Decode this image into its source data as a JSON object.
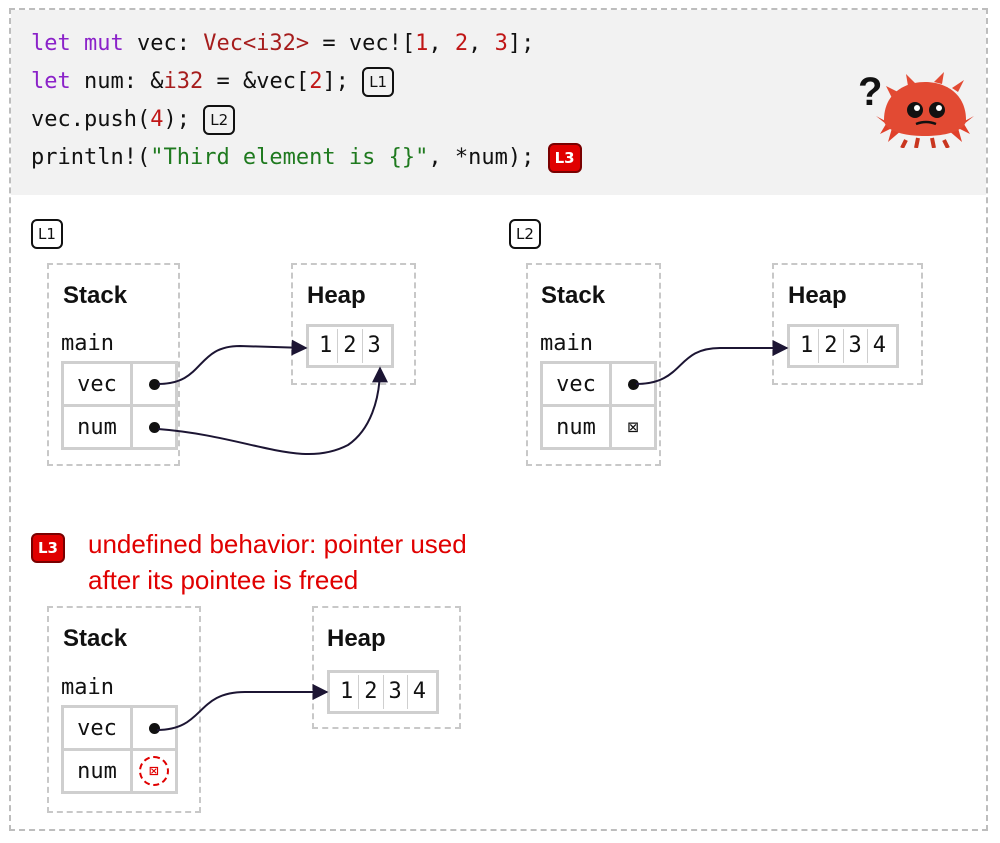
{
  "code": {
    "line1": {
      "kw1": "let mut",
      "plain1": " vec: ",
      "type": "Vec<i32>",
      "plain2": " = vec![",
      "n1": "1",
      "c1": ", ",
      "n2": "2",
      "c2": ", ",
      "n3": "3",
      "end": "];"
    },
    "line2": {
      "kw": "let",
      "plain1": " num: &",
      "type": "i32",
      "plain2": " = &vec[",
      "n": "2",
      "end": "]; ",
      "mark": "L1"
    },
    "line3": {
      "plain1": "vec.push(",
      "n": "4",
      "end": "); ",
      "mark": "L2"
    },
    "line4": {
      "plain1": "println!(",
      "str": "\"Third element is {}\"",
      "end": ", *num); ",
      "mark": "L3"
    },
    "crab_question": "?"
  },
  "colors": {
    "keyword": "#8b22c9",
    "type": "#a61d1d",
    "number": "#c01616",
    "string": "#1f7a1f",
    "error": "#e00000"
  },
  "diagrams": {
    "l1": {
      "label": "L1",
      "stack_title": "Stack",
      "frame": "main",
      "vars": [
        {
          "name": "vec"
        },
        {
          "name": "num"
        }
      ],
      "heap_title": "Heap",
      "heap": [
        "1",
        "2",
        "3"
      ]
    },
    "l2": {
      "label": "L2",
      "stack_title": "Stack",
      "frame": "main",
      "vars": [
        {
          "name": "vec"
        },
        {
          "name": "num",
          "null_icon": "⊠"
        }
      ],
      "heap_title": "Heap",
      "heap": [
        "1",
        "2",
        "3",
        "4"
      ]
    },
    "l3": {
      "label": "L3",
      "error_line1": "undefined behavior: pointer used",
      "error_line2": "after its pointee is freed",
      "stack_title": "Stack",
      "frame": "main",
      "vars": [
        {
          "name": "vec"
        },
        {
          "name": "num",
          "null_icon": "⊠"
        }
      ],
      "heap_title": "Heap",
      "heap": [
        "1",
        "2",
        "3",
        "4"
      ]
    }
  }
}
